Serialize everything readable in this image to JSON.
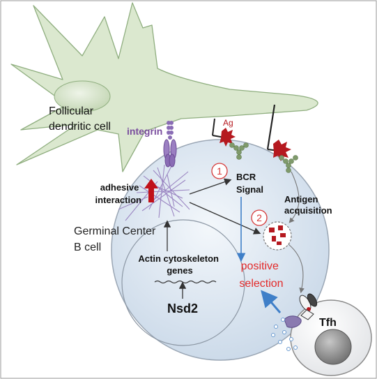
{
  "labels": {
    "fdc": [
      "Follicular",
      "dendritic cell"
    ],
    "integrin": "integrin",
    "ag": "Ag",
    "step1": "1",
    "step2": "2",
    "bcr": [
      "BCR",
      "Signal"
    ],
    "antigen": [
      "Antigen",
      "acquisition"
    ],
    "adhesive": [
      "adhesive",
      "interaction"
    ],
    "gc": [
      "Germinal Center",
      "B cell"
    ],
    "actin": [
      "Actin cytoskeleton",
      "genes"
    ],
    "nsd2": "Nsd2",
    "positive": [
      "positive",
      "selection"
    ],
    "tfh": "Tfh"
  },
  "colors": {
    "fdc_fill": "#dbe8cf",
    "fdc_stroke": "#8fae7f",
    "gc_fill": "#dfe9f4",
    "gc_stroke": "#9aa6b4",
    "integrin": "#7a4e9e",
    "bcr": "#7f9a6b",
    "antigen": "#b5191f",
    "positive_text": "#e32a2a",
    "up_arrow": "#c0111a",
    "blue_arrow": "#3f7fc8"
  }
}
